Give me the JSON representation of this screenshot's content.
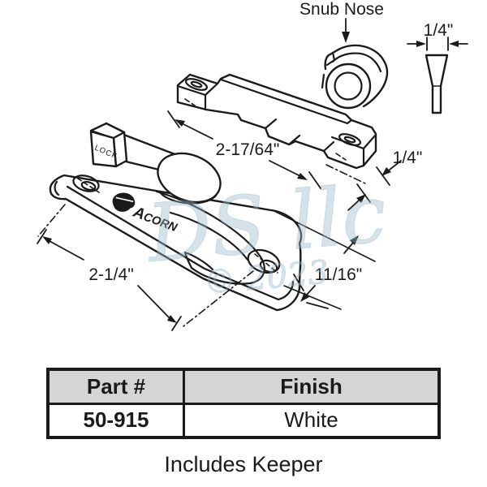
{
  "colors": {
    "line": "#1a1a1a",
    "background": "#ffffff",
    "table_header_bg": "#d5d5d5",
    "watermark": "#b9cdd8"
  },
  "diagram": {
    "callout_label": "Snub Nose",
    "lever_text": "LOCK",
    "brand_initial": "A",
    "brand_rest": "CORN",
    "watermark_text": "DS llc",
    "watermark_year": "© 2023",
    "dim_profile_width": "1/4\"",
    "dim_keeper_length": "2-17/64\"",
    "dim_keeper_height": "1/4\"",
    "dim_base_length": "2-1/4\"",
    "dim_base_width": "11/16\""
  },
  "table": {
    "col1_header": "Part #",
    "col2_header": "Finish",
    "part_number": "50-915",
    "finish": "White"
  },
  "note": "Includes Keeper"
}
